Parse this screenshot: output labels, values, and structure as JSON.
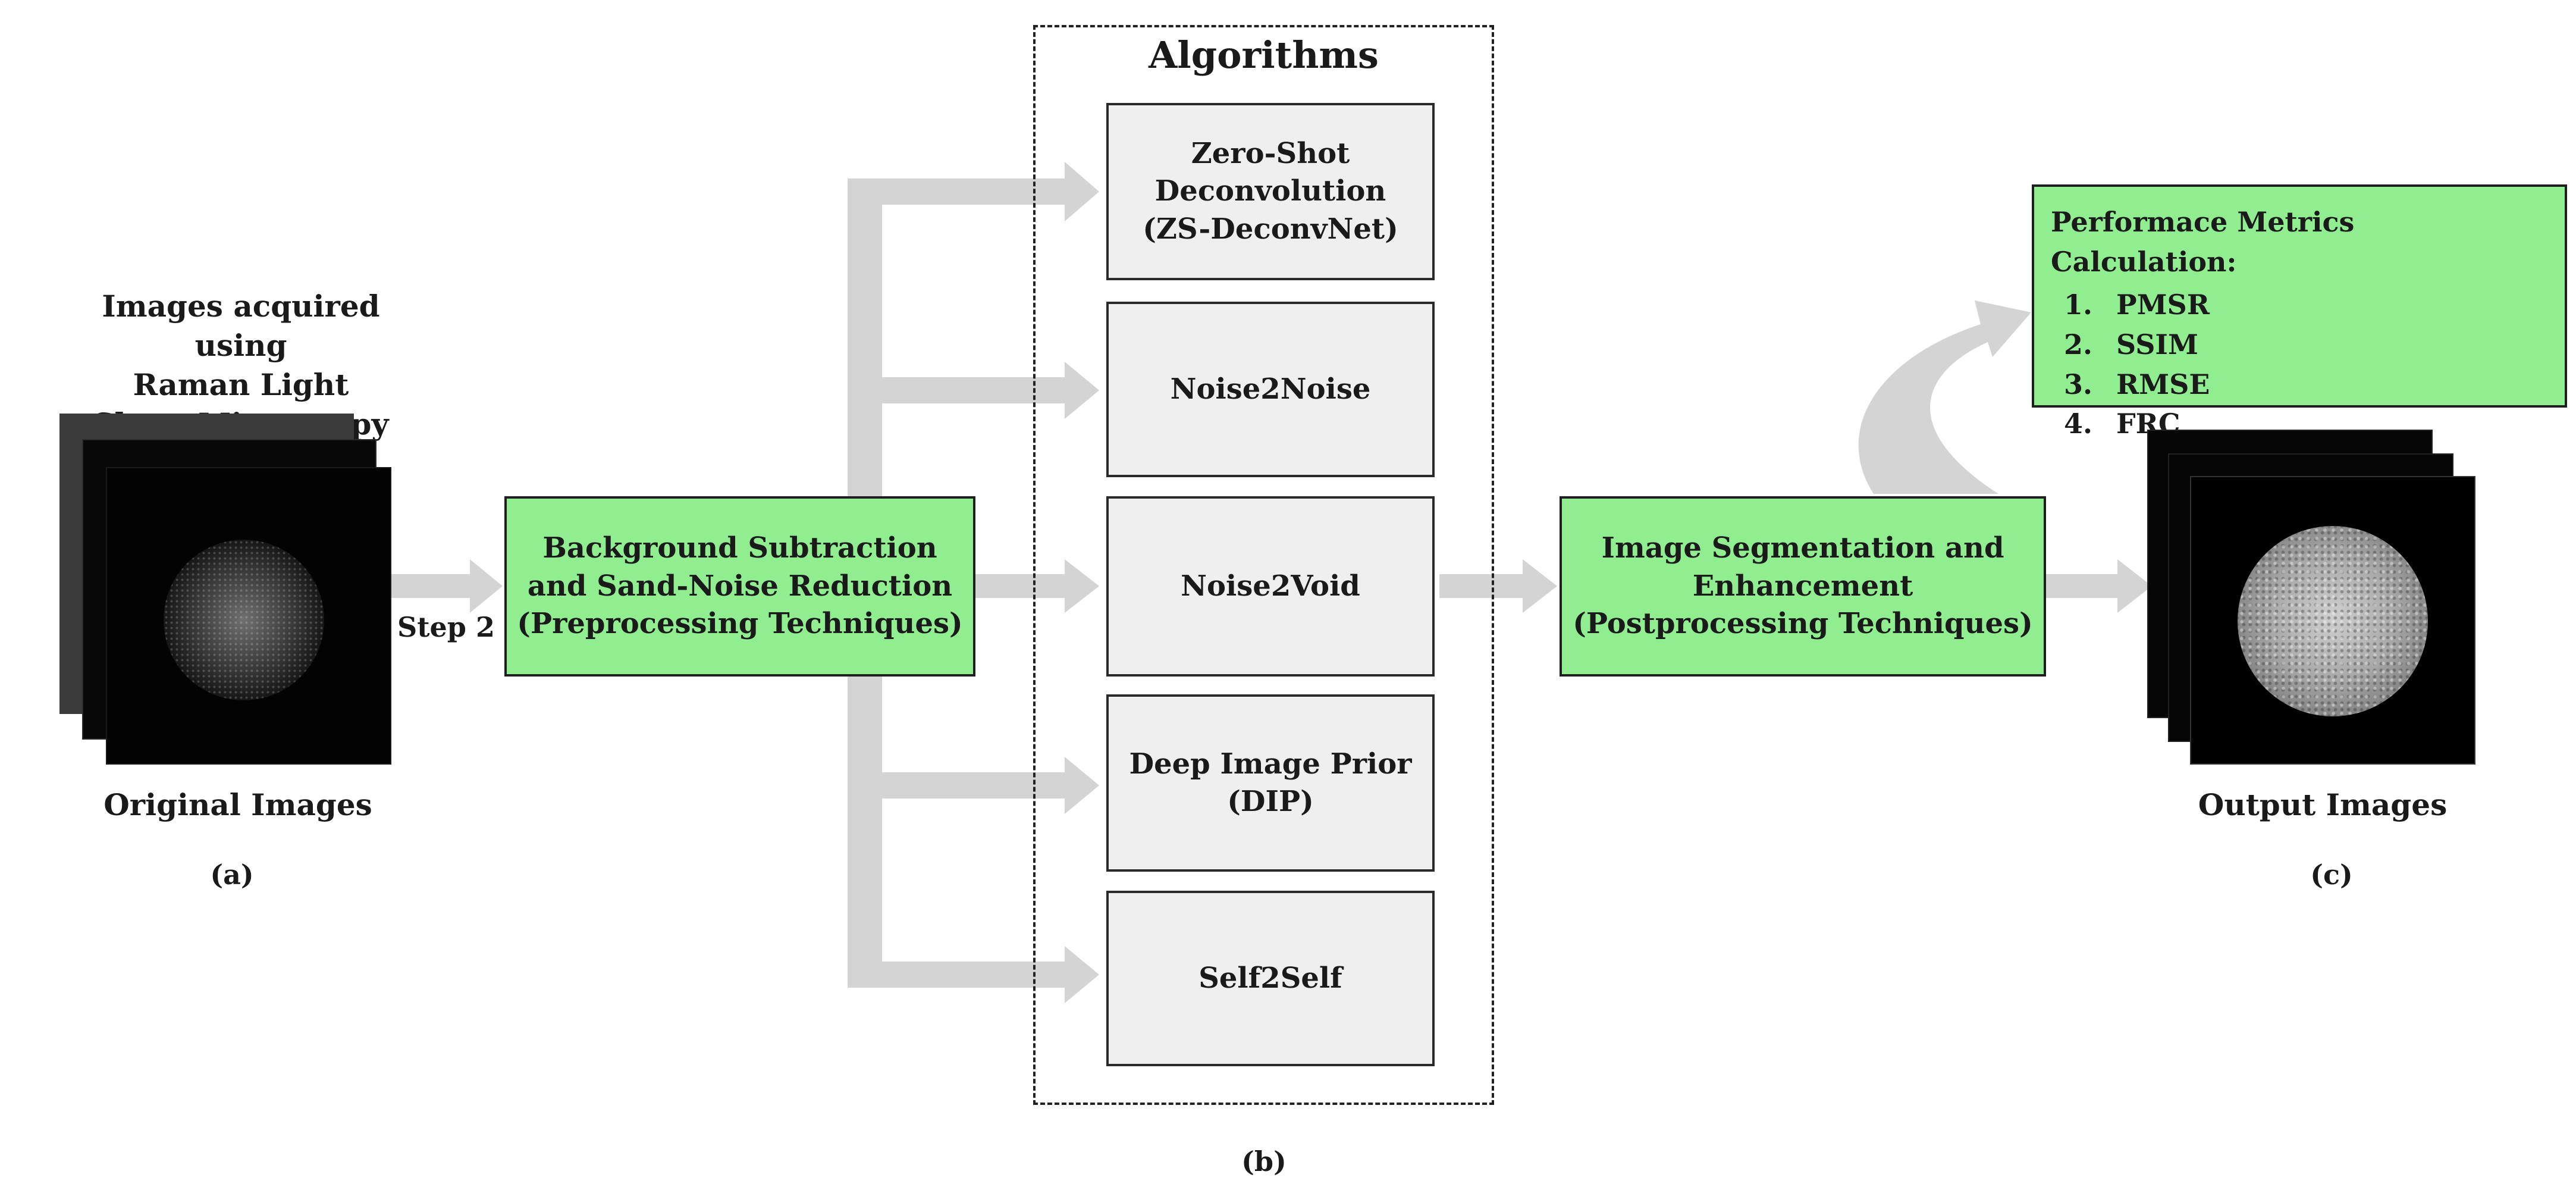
{
  "left_panel": {
    "caption_top": "Images acquired using\nRaman Light Sheet Microscopy",
    "caption_bottom": "Original Images",
    "step_label": "Step 2",
    "panel_label": "(a)"
  },
  "preprocessing": {
    "label": "Background Subtraction\nand Sand-Noise Reduction\n(Preprocessing Techniques)"
  },
  "algorithms": {
    "title": "Algorithms",
    "panel_label": "(b)",
    "items": [
      {
        "label": "Zero-Shot\nDeconvolution\n(ZS-DeconvNet)"
      },
      {
        "label": "Noise2Noise"
      },
      {
        "label": "Noise2Void"
      },
      {
        "label": "Deep Image Prior\n(DIP)"
      },
      {
        "label": "Self2Self"
      }
    ]
  },
  "postprocessing": {
    "label": "Image Segmentation and\nEnhancement\n(Postprocessing Techniques)"
  },
  "metrics": {
    "title": "Performace Metrics Calculation:",
    "items": [
      "PMSR",
      "SSIM",
      "RMSE",
      "FRC"
    ]
  },
  "right_panel": {
    "caption_bottom": "Output Images",
    "panel_label": "(c)"
  },
  "colors": {
    "green": "#90ee90",
    "grey_box": "#efefef",
    "arrow": "#d4d4d4"
  }
}
